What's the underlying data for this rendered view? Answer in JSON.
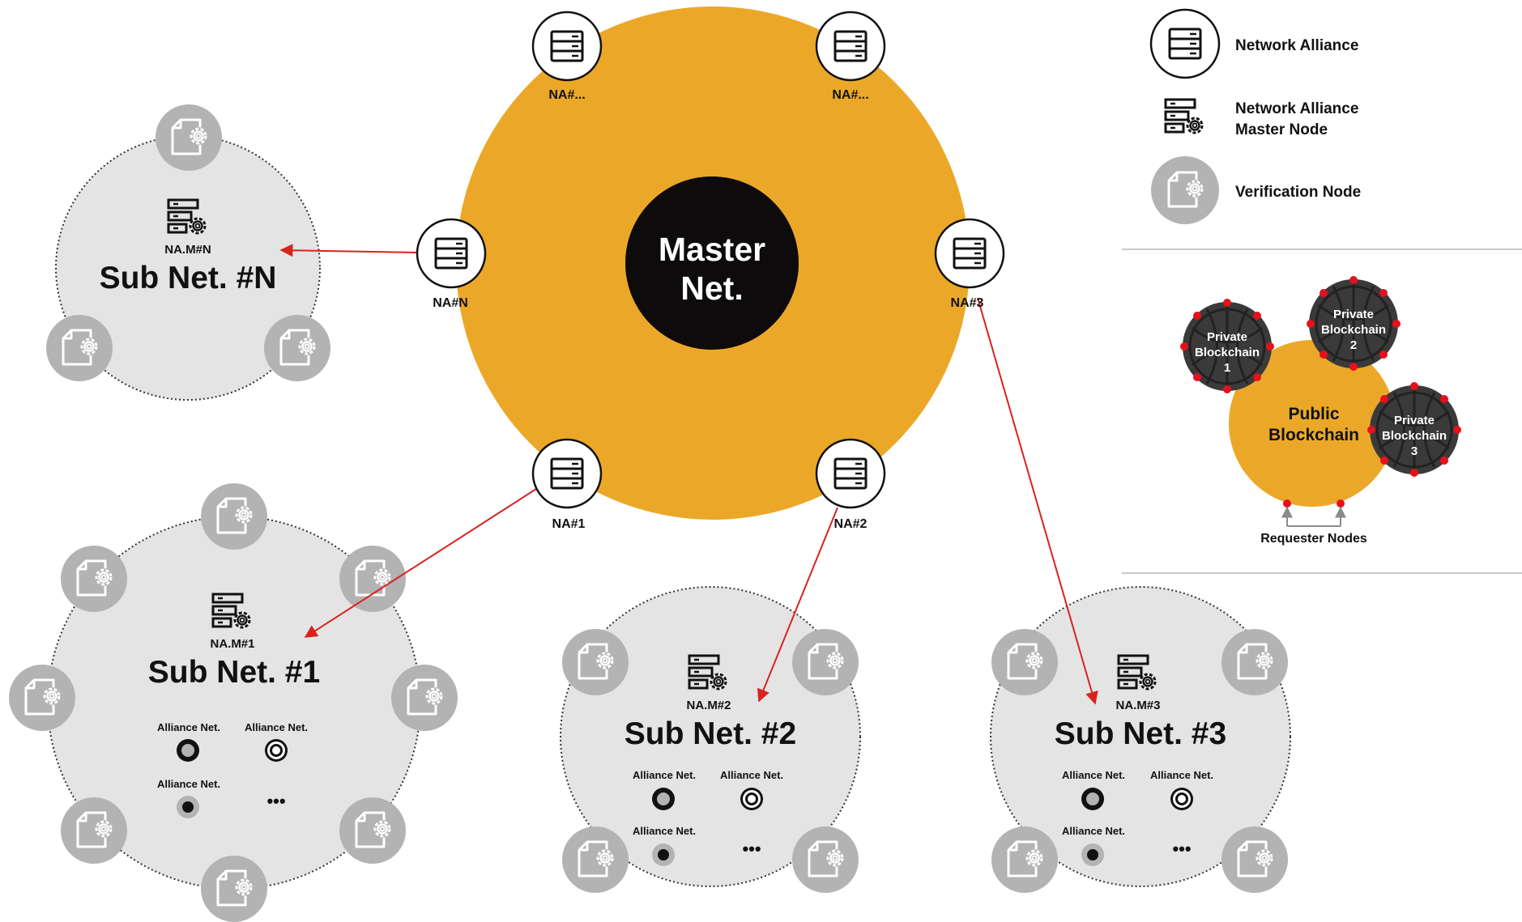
{
  "colors": {
    "master_fill": "#eba828",
    "center_fill": "#0d0b0b",
    "subnet_fill": "#e4e4e4",
    "verif_fill": "#b3b3b3",
    "arrow": "#d8231f",
    "node_red": "#e5111c",
    "chain_dark": "#3a3a3a"
  },
  "icons": {
    "network_alliance": "server-rack-icon",
    "master_node": "server-gear-icon",
    "verification_node": "document-gear-icon"
  },
  "master": {
    "center_line1": "Master",
    "center_line2": "Net.",
    "nodes": {
      "na_top_left": "NA#...",
      "na_top_right": "NA#...",
      "na_n": "NA#N",
      "na_3": "NA#3",
      "na_1": "NA#1",
      "na_2": "NA#2"
    }
  },
  "subnets": {
    "n": {
      "master_label": "NA.M#N",
      "title": "Sub Net. #N"
    },
    "s1": {
      "master_label": "NA.M#1",
      "title": "Sub Net. #1",
      "alliance": [
        "Alliance Net.",
        "Alliance Net.",
        "Alliance Net."
      ],
      "more": "•••"
    },
    "s2": {
      "master_label": "NA.M#2",
      "title": "Sub Net. #2",
      "alliance": [
        "Alliance Net.",
        "Alliance Net.",
        "Alliance Net."
      ],
      "more": "•••"
    },
    "s3": {
      "master_label": "NA.M#3",
      "title": "Sub Net. #3",
      "alliance": [
        "Alliance Net.",
        "Alliance Net.",
        "Alliance Net."
      ],
      "more": "•••"
    }
  },
  "legend": {
    "network_alliance": "Network Alliance",
    "master_node_line1": "Network Alliance",
    "master_node_line2": "Master Node",
    "verification_node": "Verification Node"
  },
  "blockchain": {
    "public_line1": "Public",
    "public_line2": "Blockchain",
    "private": [
      {
        "line1": "Private",
        "line2": "Blockchain",
        "num": "1"
      },
      {
        "line1": "Private",
        "line2": "Blockchain",
        "num": "2"
      },
      {
        "line1": "Private",
        "line2": "Blockchain",
        "num": "3"
      }
    ],
    "requester": "Requester Nodes"
  }
}
